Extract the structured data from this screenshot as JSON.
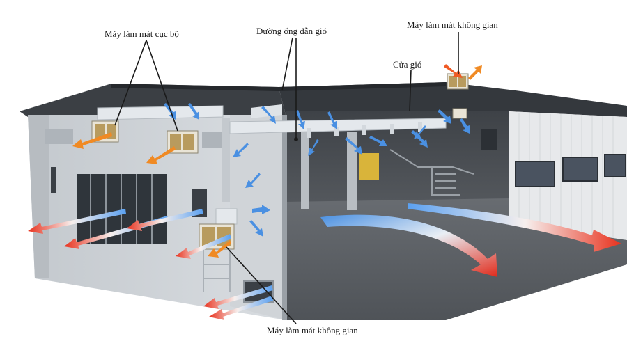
{
  "callouts": {
    "local_cooler": "Máy làm mát cục bộ",
    "air_duct": "Đường ống dẫn gió",
    "space_cooler_top": "Máy làm mát không gian",
    "air_vent": "Cửa gió",
    "space_cooler_bottom": "Máy làm mát không gian"
  },
  "colors": {
    "warm_air": "#e8321e",
    "cool_air": "#4a90e2",
    "wall": "#cfd4d9",
    "roof": "#3b3f44",
    "floor": "#5d6166",
    "duct": "#e4e8ec",
    "cooler_body": "#e9e4d6",
    "cooler_pad": "#b89b5e"
  }
}
